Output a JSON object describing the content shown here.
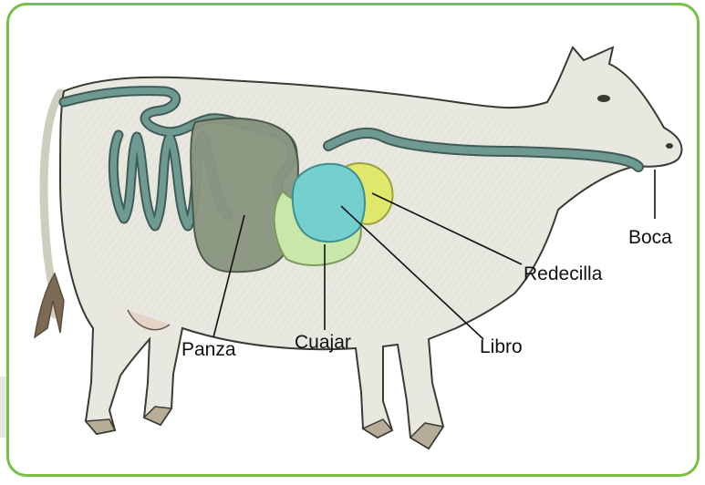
{
  "labels": {
    "boca": "Boca",
    "redecilla": "Redecilla",
    "libro": "Libro",
    "cuajar": "Cuajar",
    "panza": "Panza"
  },
  "colors": {
    "frame": "#77c043",
    "tab": "#e6e6e6",
    "body": "#e9e8e0",
    "tract": "#6f9a92",
    "panza": "#8a9580",
    "cuajar": "#c9e7a8",
    "libro": "#74d0cf",
    "redecilla": "#dfe86a"
  }
}
